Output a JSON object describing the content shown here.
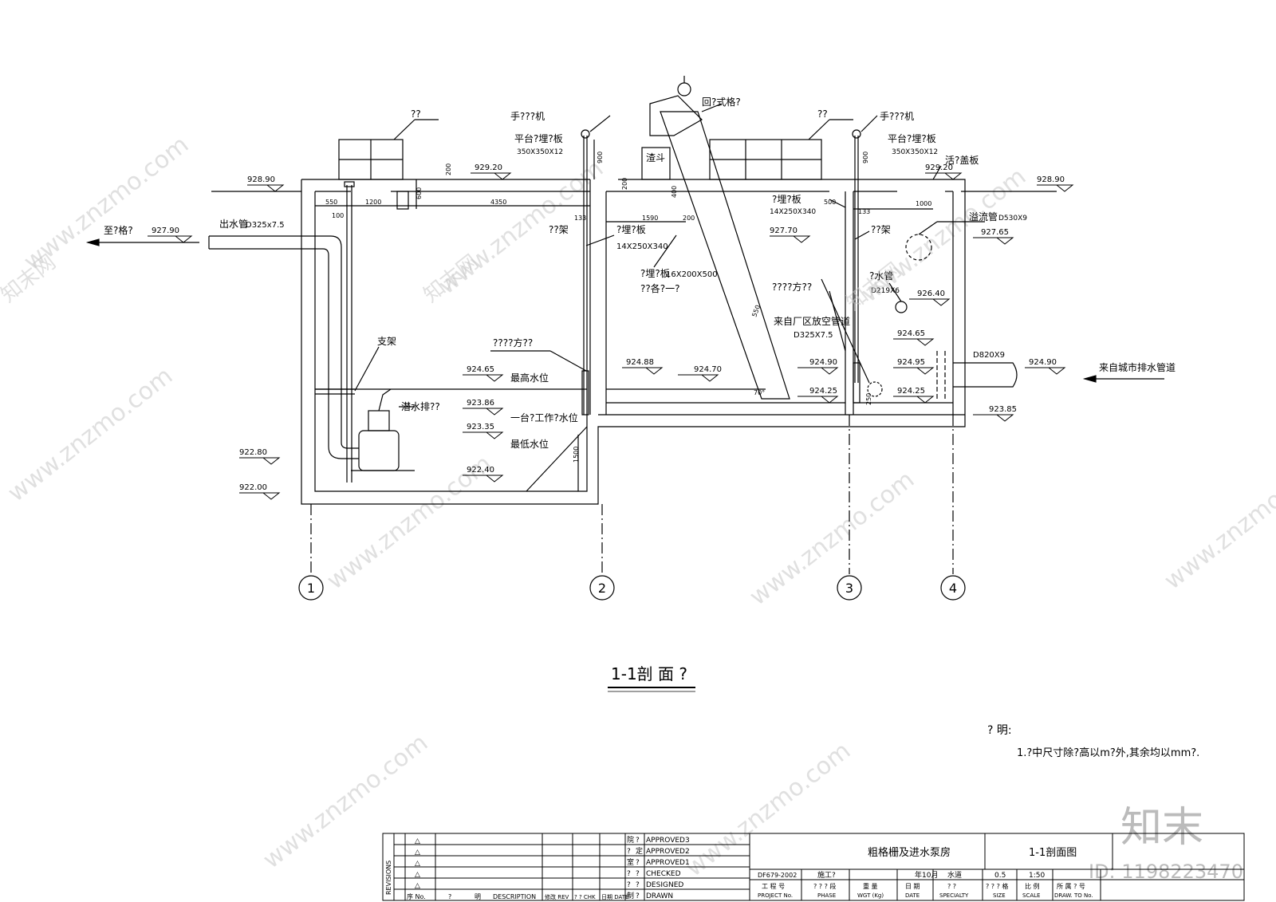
{
  "drawing": {
    "title": "1-1剖 面 ?",
    "notes_title": "? 明:",
    "notes": [
      "1.?中尺寸除?高以m?外,其余均以mm?."
    ],
    "watermark": "www.znzmo.com",
    "watermark_cn": "知末网",
    "brand": "知末",
    "image_id": "ID: 1198223470"
  },
  "axes": [
    "1",
    "2",
    "3",
    "4"
  ],
  "elevations": {
    "ground_left": "928.90",
    "ground_right": "928.90",
    "top_deck": "929.20",
    "top_deck_right": "929.20",
    "outlet_pipe": "927.90",
    "max_water": "924.65",
    "work_water": "923.86",
    "min_water": "923.35",
    "pump_floor": "922.40",
    "base_1": "922.80",
    "base_2": "922.00",
    "channel_1": "924.88",
    "channel_2": "924.70",
    "screen_in": "924.90",
    "screen_bottom": "924.25",
    "inlet_chamber_1": "924.65",
    "inlet_chamber_2": "924.95",
    "inlet_chamber_3": "924.25",
    "inlet_pipe": "924.90",
    "inlet_floor": "923.85",
    "mid_platform": "927.70",
    "overflow": "927.65",
    "water_pipe": "926.40"
  },
  "labels": {
    "to_screen": "至?格?",
    "outlet_pipe": "出水管",
    "outlet_pipe_size": "D325x7.5",
    "bracket": "支架",
    "pump": "潜水排??",
    "max_water": "最高水位",
    "work_water": "一台?工作?水位",
    "min_water": "最低水位",
    "steel_1": "????方??",
    "steel_2": "????方??",
    "embed_plate_1": "?埋?板",
    "embed_plate_1_size": "14X250X340",
    "embed_plate_2": "?埋?板",
    "embed_plate_2_size": "14X250X340",
    "embed_plate_3": "?埋?板",
    "embed_plate_3_size": "16X200X500",
    "embed_plate_3_note": "??各?一?",
    "frame_1": "??架",
    "frame_2": "??架",
    "hoist_1": "手???机",
    "hoist_2": "手???机",
    "platform_1": "平台?埋?板",
    "platform_1_size": "350X350X12",
    "platform_2": "平台?埋?板",
    "platform_2_size": "350X350X12",
    "rail_1": "??",
    "rail_2": "??",
    "screen": "回?式格?",
    "hopper": "渣斗",
    "cover": "活?盖板",
    "overflow_pipe": "溢流管",
    "overflow_pipe_size": "D530X9",
    "water_pipe": "?水管",
    "water_pipe_size": "D219X6",
    "drain": "来自厂区放空管道",
    "drain_size": "D325X7.5",
    "inlet": "来自城市排水管道",
    "inlet_size": "D820X9"
  },
  "dims": {
    "d550": "550",
    "d1200": "1200",
    "d4350": "4350",
    "d100": "100",
    "d1590": "1590",
    "d133a": "133",
    "d133b": "133",
    "d500": "500",
    "d1000": "1000",
    "d200": "200",
    "d600": "600",
    "d900a": "900",
    "d900b": "900",
    "d400": "400",
    "d200b": "200",
    "d200c": "200",
    "d550b": "550",
    "d70": "70°",
    "d1500": "1500",
    "d250": "250"
  },
  "title_block": {
    "revisions": "REVISIONS",
    "rows": [
      {
        "mark": "院",
        "mark2": "?",
        "role": "APPROVED3"
      },
      {
        "mark": "?",
        "mark2": "定",
        "role": "APPROVED2"
      },
      {
        "mark": "室",
        "mark2": "?",
        "role": "APPROVED1"
      },
      {
        "mark": "?",
        "mark2": "?",
        "role": "CHECKED"
      },
      {
        "mark": "?",
        "mark2": "?",
        "role": "DESIGNED"
      },
      {
        "mark": "制",
        "mark2": "?",
        "role": "DRAWN"
      }
    ],
    "triangle": "△",
    "hdr_no": "序 No.",
    "hdr_q": "?",
    "hdr_ming": "明",
    "hdr_desc": "DESCRIPTION",
    "hdr_rev": "修改 REV",
    "hdr_chk": "? ? CHK",
    "hdr_date": "日期 DATE",
    "project_name": "粗格栅及进水泵房",
    "drawing_name": "1-1剖面图",
    "project_no": "DF679-2002",
    "phase": "施工?",
    "date": "年10月",
    "specialty": "水道",
    "size": "0.5",
    "scale": "1:50",
    "lbl_project_no": "工 程 号",
    "lbl_project_no_en": "PROJECT No.",
    "lbl_phase": "? ? ? 段",
    "lbl_phase_en": "PHASE",
    "lbl_weight": "重 量",
    "lbl_weight_en": "WGT (Kg)",
    "lbl_date": "日 期",
    "lbl_date_en": "DATE",
    "lbl_specialty": "? ?",
    "lbl_specialty_en": "SPECIALTY",
    "lbl_size": "? ? ? 格",
    "lbl_size_en": "SIZE",
    "lbl_scale": "比 例",
    "lbl_scale_en": "SCALE",
    "lbl_drawto": "所 属 ? 号",
    "lbl_drawto_en": "DRAW. TO No."
  }
}
